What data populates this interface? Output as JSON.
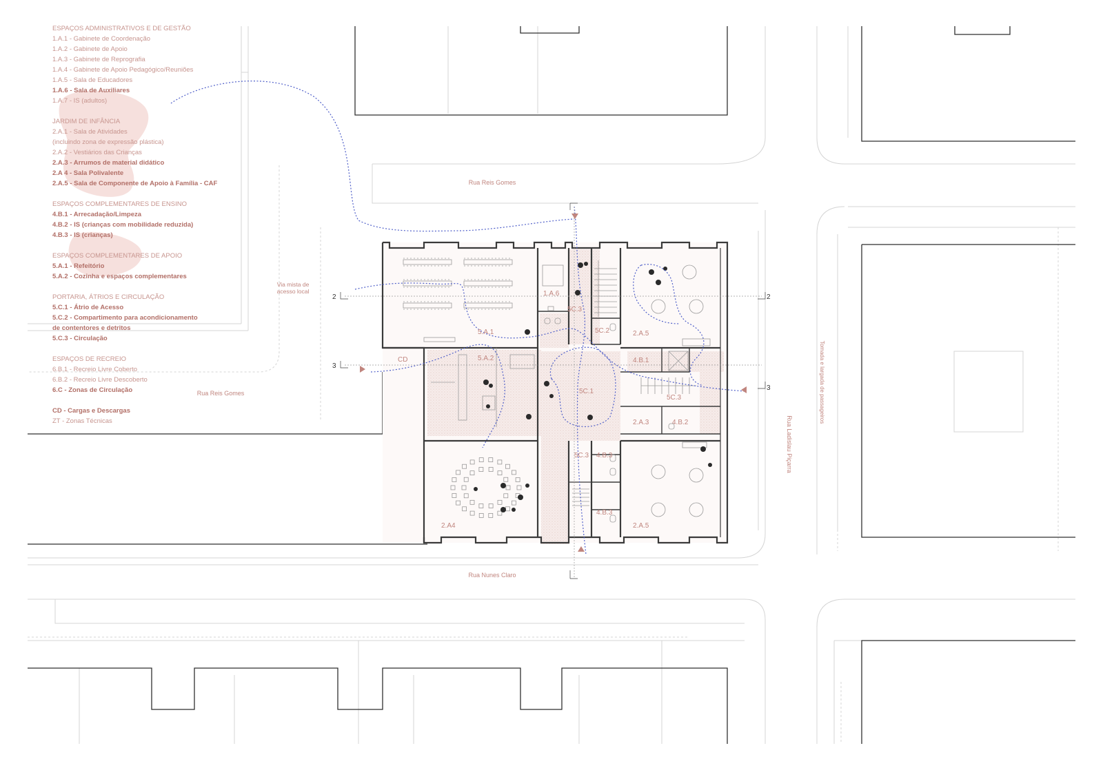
{
  "legend": {
    "groups": [
      {
        "title": "ESPAÇOS ADMINISTRATIVOS E DE GESTÃO",
        "items": [
          {
            "text": "1.A.1 - Gabinete de Coordenação",
            "bold": false
          },
          {
            "text": "1.A.2 - Gabinete de Apoio",
            "bold": false
          },
          {
            "text": "1.A.3 - Gabinete de Reprografia",
            "bold": false
          },
          {
            "text": "1.A.4 - Gabinete de Apoio Pedagógico/Reuniões",
            "bold": false
          },
          {
            "text": "1.A.5 - Sala de Educadores",
            "bold": false
          },
          {
            "text": "1.A.6 - Sala de Auxiliares",
            "bold": true
          },
          {
            "text": "1.A.7 - IS (adultos)",
            "bold": false
          }
        ]
      },
      {
        "title": "JARDIM DE INFÂNCIA",
        "items": [
          {
            "text": "2.A.1 - Sala de Atividades",
            "bold": false
          },
          {
            "text": "(incluindo zona de expressão plástica)",
            "bold": false
          },
          {
            "text": "2.A.2 - Vestiários das Crianças",
            "bold": false
          },
          {
            "text": "2.A.3 - Arrumos de material didático",
            "bold": true
          },
          {
            "text": "2.A 4 - Sala Polivalente",
            "bold": true
          },
          {
            "text": "2.A.5 - Sala de Componente de Apoio à Família - CAF",
            "bold": true
          }
        ]
      },
      {
        "title": "ESPAÇOS COMPLEMENTARES DE ENSINO",
        "items": [
          {
            "text": "4.B.1 - Arrecadação/Limpeza",
            "bold": true
          },
          {
            "text": "4.B.2 - IS (crianças com mobilidade reduzida)",
            "bold": true
          },
          {
            "text": "4.B.3 - IS (crianças)",
            "bold": true
          }
        ]
      },
      {
        "title": "ESPAÇOS COMPLEMENTARES DE APOIO",
        "items": [
          {
            "text": "5.A.1 - Refeitório",
            "bold": true
          },
          {
            "text": "5.A.2 - Cozinha e espaços complementares",
            "bold": true
          }
        ]
      },
      {
        "title": "PORTARIA, ÁTRIOS E CIRCULAÇÃO",
        "items": [
          {
            "text": "5.C.1 - Átrio de Acesso",
            "bold": true
          },
          {
            "text": "5.C.2 - Compartimento para acondicionamento",
            "bold": true
          },
          {
            "text": " de contentores e detritos",
            "bold": true
          },
          {
            "text": "5.C.3 - Circulação",
            "bold": true
          }
        ]
      },
      {
        "title": "ESPAÇOS DE RECREIO",
        "items": [
          {
            "text": "6.B.1 - Recreio Livre Coberto",
            "bold": false
          },
          {
            "text": "6.B.2 - Recreio Livre Descoberto",
            "bold": false
          },
          {
            "text": "6.C - Zonas de Circulação",
            "bold": true
          }
        ]
      },
      {
        "title": "",
        "items": [
          {
            "text": "CD - Cargas e Descargas",
            "bold": true
          },
          {
            "text": "ZT - Zonas Técnicas",
            "bold": false
          }
        ]
      }
    ]
  },
  "streets": {
    "reis_gomes_top": "Rua Reis Gomes",
    "reis_gomes_left": "Rua Reis Gomes",
    "nunes_claro": "Rua Nunes Claro",
    "ladislau_picarra": "Rua Ladislau Piçarra",
    "tomada_largada": "Tomada e largada de passageiros",
    "via_mista_1": "Via mista de",
    "via_mista_2": "acesso local"
  },
  "rooms": {
    "r5a1": "5.A.1",
    "r1a6": "1.A.6",
    "r5c3_top": "5C.3",
    "r5c2": "5C.2",
    "r2a5_top": "2.A.5",
    "r5a2": "5.A.2",
    "rcd": "CD",
    "r4b1": "4.B.1",
    "r5c1": "5C.1",
    "r5c3_mid": "5C.3",
    "r2a3": "2.A.3",
    "r4b2": "4.B.2",
    "r5c3_low": "5C.3",
    "r4b3_a": "4.B.3",
    "r4b3_b": "4.B.3",
    "r2a4": "2.A4",
    "r2a5_bot": "2.A.5"
  },
  "sections": {
    "s2_left": "2",
    "s2_right": "2",
    "s3_left": "3",
    "s3_right": "3"
  },
  "colors": {
    "accent": "#c0857e",
    "path": "#5566cc",
    "walls": "#3a3a3a"
  }
}
